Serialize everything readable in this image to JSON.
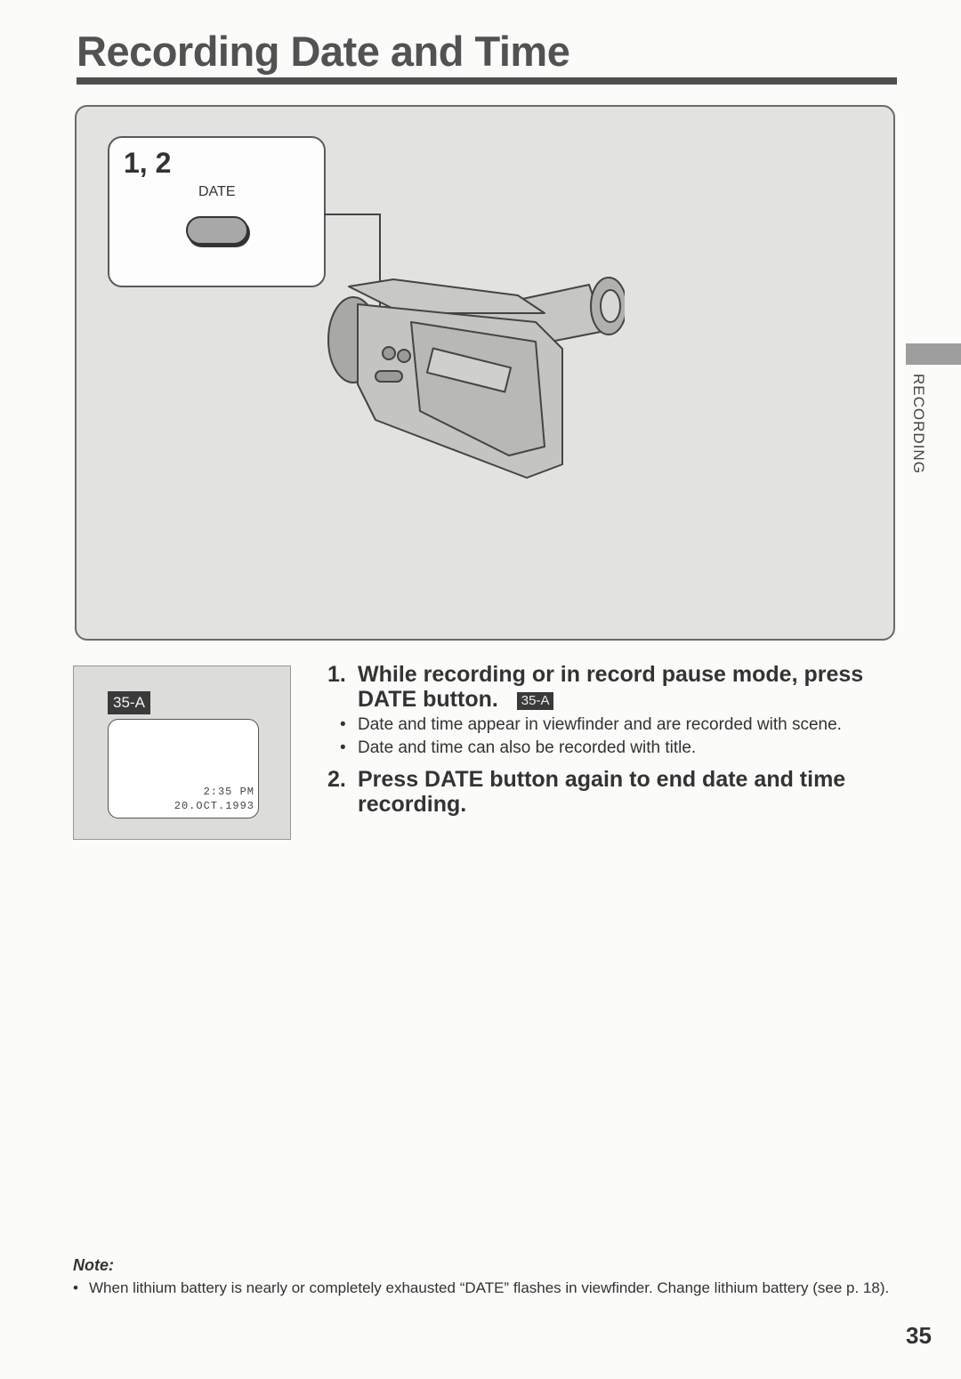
{
  "page": {
    "title": "Recording Date and Time",
    "section_tab": "RECORDING",
    "page_number": "35"
  },
  "illustration": {
    "callout_steps": "1, 2",
    "button_label": "DATE",
    "button_icon": "oval-push-button"
  },
  "viewfinder": {
    "badge": "35-A",
    "time": "2:35 PM",
    "date": "20.OCT.1993"
  },
  "instructions": {
    "steps": [
      {
        "number": "1.",
        "text": "While recording or in record pause mode, press DATE button.",
        "badge": "35-A",
        "bullets": [
          "Date and time appear in viewfinder and are recorded with scene.",
          "Date and time can also be recorded with title."
        ]
      },
      {
        "number": "2.",
        "text": "Press DATE button again to end date and time recording."
      }
    ]
  },
  "note": {
    "heading": "Note:",
    "text": "When lithium battery is nearly or completely exhausted “DATE” flashes in viewfinder.  Change lithium battery (see p. 18)."
  },
  "colors": {
    "title": "#525252",
    "rule": "#4f4f4f",
    "illustration_bg": "#e2e2e0",
    "badge_bg": "#3a3a3a"
  }
}
